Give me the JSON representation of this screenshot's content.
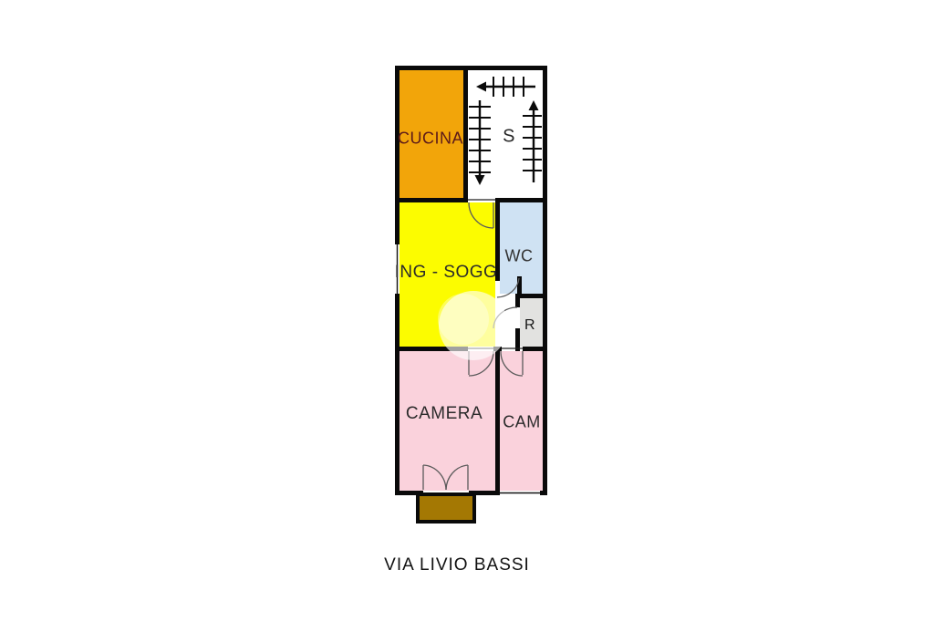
{
  "plan": {
    "street_label": "VIA LIVIO BASSI",
    "rooms": {
      "cucina": {
        "label": "CUCINA",
        "color": "#F2A50A"
      },
      "stairs": {
        "label": "S",
        "color": "#FFFFFF"
      },
      "ing_sogg": {
        "label": "ING - SOGG",
        "color": "#FCFC00"
      },
      "wc": {
        "label": "WC",
        "color": "#CFE2F3"
      },
      "ripostiglio": {
        "label": "R",
        "color": "#E2E2E0"
      },
      "camera": {
        "label": "CAMERA",
        "color": "#FAD2DC"
      },
      "cam": {
        "label": "CAM",
        "color": "#FAD2DC"
      },
      "balcone": {
        "label": "",
        "color": "#A47803"
      }
    },
    "wall_color": "#0A0A0A",
    "label_colors": {
      "cucina": "#5C1A1A",
      "default": "#2B2B2B"
    },
    "symbols": [
      "stairs-up-arrow",
      "stairs-down-arrow",
      "door-swing-arcs",
      "window-lines",
      "watermark-circle"
    ]
  }
}
